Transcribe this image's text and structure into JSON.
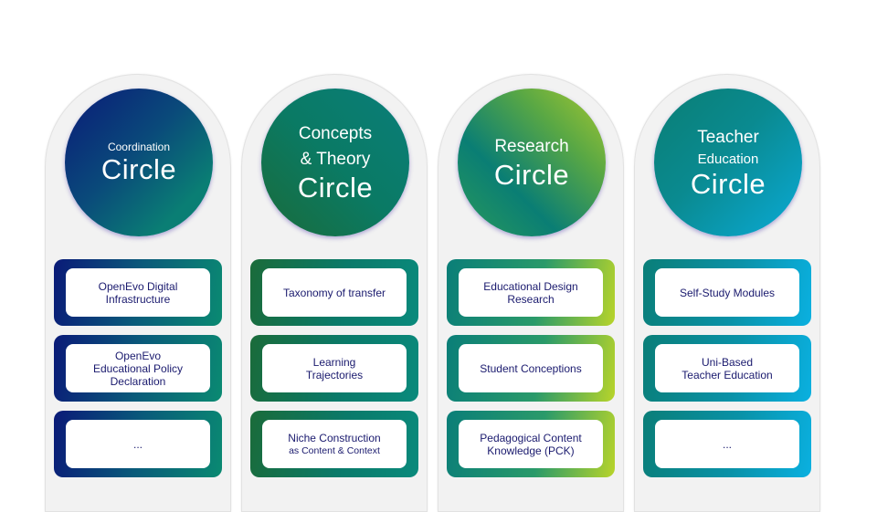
{
  "columns": [
    {
      "id": "coordination",
      "title_lines": [
        {
          "text": "Coordination",
          "size": "small"
        },
        {
          "text": "Circle",
          "size": "big"
        }
      ],
      "gradient": [
        "#0a1a78",
        "#0a7a72"
      ],
      "items": [
        {
          "lines": [
            "OpenEvo Digital",
            "Infrastructure"
          ]
        },
        {
          "lines": [
            "OpenEvo",
            "Educational Policy",
            "Declaration"
          ]
        },
        {
          "lines": [
            "..."
          ]
        }
      ]
    },
    {
      "id": "concepts-theory",
      "title_lines": [
        {
          "text": "Concepts",
          "size": "medium"
        },
        {
          "text": "& Theory",
          "size": "medium"
        },
        {
          "text": "Circle",
          "size": "big"
        }
      ],
      "gradient": [
        "#1a6b3a",
        "#0a7e78"
      ],
      "items": [
        {
          "lines": [
            "Taxonomy of transfer"
          ]
        },
        {
          "lines": [
            "Learning",
            "Trajectories"
          ]
        },
        {
          "lines": [
            "Niche Construction"
          ],
          "sub": "as Content & Context"
        }
      ]
    },
    {
      "id": "research",
      "title_lines": [
        {
          "text": "Research",
          "size": "medium"
        },
        {
          "text": "Circle",
          "size": "big"
        }
      ],
      "gradient": [
        "#0a7e78",
        "#a8c82e"
      ],
      "items": [
        {
          "lines": [
            "Educational Design",
            "Research"
          ]
        },
        {
          "lines": [
            "Student Conceptions"
          ]
        },
        {
          "lines": [
            "Pedagogical Content",
            "Knowledge (PCK)"
          ]
        }
      ]
    },
    {
      "id": "teacher-education",
      "title_lines": [
        {
          "text": "Teacher",
          "size": "medium"
        },
        {
          "text": "Education",
          "size": "small2"
        },
        {
          "text": "Circle",
          "size": "big"
        }
      ],
      "gradient": [
        "#0a7e78",
        "#0aaad8"
      ],
      "items": [
        {
          "lines": [
            "Self-Study Modules"
          ]
        },
        {
          "lines": [
            "Uni-Based",
            "Teacher Education"
          ]
        },
        {
          "lines": [
            "..."
          ]
        }
      ]
    }
  ]
}
